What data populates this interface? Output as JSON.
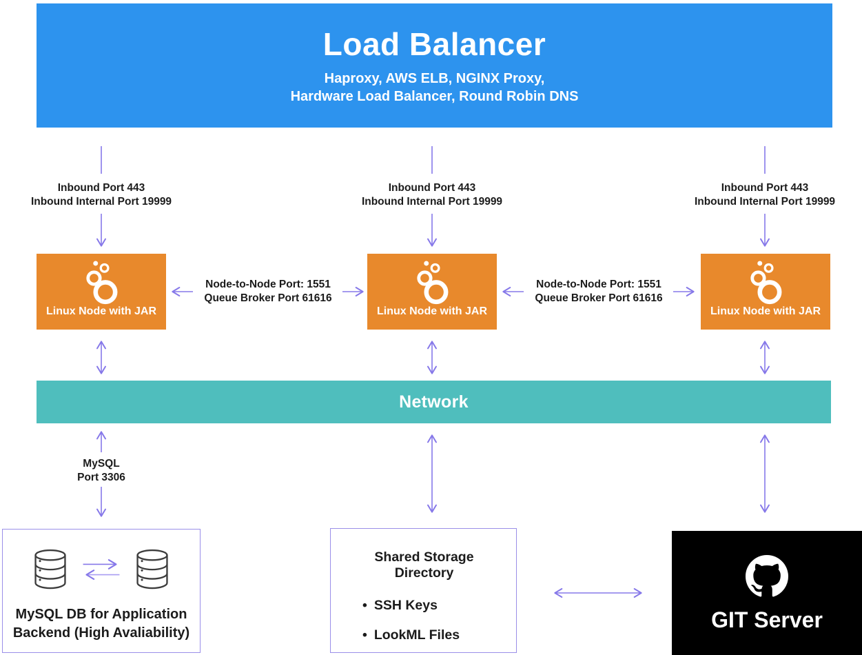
{
  "colors": {
    "blue": "#2D93EE",
    "orange": "#E8892C",
    "teal": "#4FBEBD",
    "arrow": "#8678E9",
    "arrow-light": "#A89CF2",
    "border": "#9A8EE8",
    "ink": "#1B1B1B",
    "blackbox": "#000000"
  },
  "load_balancer": {
    "title": "Load Balancer",
    "subtitle_line1": "Haproxy, AWS ELB, NGINX Proxy,",
    "subtitle_line2": "Hardware Load Balancer, Round Robin DNS"
  },
  "columns": [
    {
      "inbound_line1": "Inbound Port 443",
      "inbound_line2": "Inbound Internal Port 19999",
      "node_label": "Linux Node with JAR"
    },
    {
      "inbound_line1": "Inbound Port 443",
      "inbound_line2": "Inbound Internal Port 19999",
      "node_label": "Linux Node with JAR"
    },
    {
      "inbound_line1": "Inbound Port 443",
      "inbound_line2": "Inbound Internal Port 19999",
      "node_label": "Linux Node with JAR"
    }
  ],
  "node_links": [
    {
      "line1": "Node-to-Node Port: 1551",
      "line2": "Queue Broker Port 61616"
    },
    {
      "line1": "Node-to-Node Port: 1551",
      "line2": "Queue Broker Port 61616"
    }
  ],
  "network": {
    "label": "Network"
  },
  "mysql_link": {
    "line1": "MySQL",
    "line2": "Port 3306"
  },
  "mysql_db": {
    "line1": "MySQL DB for Application",
    "line2": "Backend (High Avaliability)"
  },
  "shared_storage": {
    "title": "Shared Storage Directory",
    "items": [
      "SSH Keys",
      "LookML Files"
    ]
  },
  "git_server": {
    "label": "GIT Server"
  }
}
